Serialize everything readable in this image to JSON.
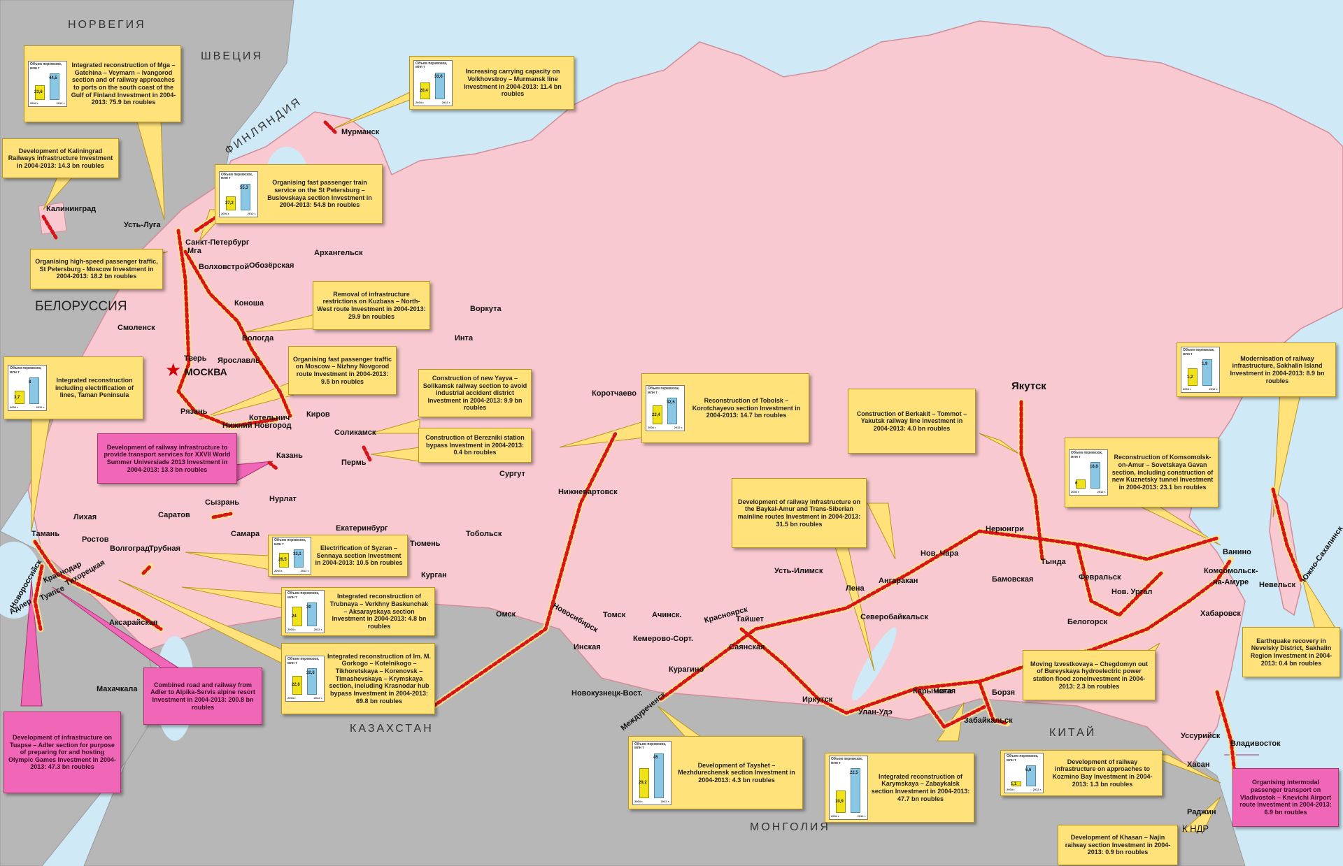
{
  "countries": [
    {
      "id": "norway",
      "name": "НОРВЕГИЯ"
    },
    {
      "id": "sweden",
      "name": "ШВЕЦИЯ"
    },
    {
      "id": "finland",
      "name": "ФИНЛЯНДИЯ"
    },
    {
      "id": "belarus",
      "name": "БЕЛОРУССИЯ"
    },
    {
      "id": "kazakhstan",
      "name": "КАЗАХСТАН"
    },
    {
      "id": "china",
      "name": "КИТАЙ"
    },
    {
      "id": "mongolia",
      "name": "МОНГОЛИЯ"
    }
  ],
  "capital": {
    "name": "МОСКВА"
  },
  "cities": [
    {
      "id": "murmansk",
      "name": "Мурманск"
    },
    {
      "id": "kaliningrad",
      "name": "Калининград"
    },
    {
      "id": "ust-luga",
      "name": "Усть-Луга"
    },
    {
      "id": "spb",
      "name": "Санкт-Петербург"
    },
    {
      "id": "mga",
      "name": "Мга"
    },
    {
      "id": "volkhovstroy",
      "name": "Волховстрой"
    },
    {
      "id": "obozerskaya",
      "name": "Обозёрская"
    },
    {
      "id": "arkhangelsk",
      "name": "Архангельск"
    },
    {
      "id": "konosha",
      "name": "Коноша"
    },
    {
      "id": "smolensk",
      "name": "Смоленск"
    },
    {
      "id": "vologda",
      "name": "Вологда"
    },
    {
      "id": "vorkuta",
      "name": "Воркута"
    },
    {
      "id": "inta",
      "name": "Инта"
    },
    {
      "id": "tver",
      "name": "Тверь"
    },
    {
      "id": "yaroslavl",
      "name": "Ярославль"
    },
    {
      "id": "ryazan",
      "name": "Рязань"
    },
    {
      "id": "kotelnich",
      "name": "Котельнич"
    },
    {
      "id": "kirov",
      "name": "Киров"
    },
    {
      "id": "nnovgorod",
      "name": "Нижний Новгород"
    },
    {
      "id": "solikamsk",
      "name": "Соликамск"
    },
    {
      "id": "korotchaevo",
      "name": "Коротчаево"
    },
    {
      "id": "kazan",
      "name": "Казань"
    },
    {
      "id": "perm",
      "name": "Пермь"
    },
    {
      "id": "surgut",
      "name": "Сургут"
    },
    {
      "id": "nizhnevartovsk",
      "name": "Нижневартовск"
    },
    {
      "id": "yakutsk",
      "name": "Якутск"
    },
    {
      "id": "nurlat",
      "name": "Нурлат"
    },
    {
      "id": "syzran",
      "name": "Сызрань"
    },
    {
      "id": "saratov",
      "name": "Саратов"
    },
    {
      "id": "samara",
      "name": "Самара"
    },
    {
      "id": "ekaterinburg",
      "name": "Екатеринбург"
    },
    {
      "id": "tyumen",
      "name": "Тюмень"
    },
    {
      "id": "tobolsk",
      "name": "Тобольск"
    },
    {
      "id": "likhaya",
      "name": "Лихая"
    },
    {
      "id": "taman",
      "name": "Тамань"
    },
    {
      "id": "rostov",
      "name": "Ростов"
    },
    {
      "id": "volgograd",
      "name": "Волгоград"
    },
    {
      "id": "trubnaya",
      "name": "Трубная"
    },
    {
      "id": "novorossiysk",
      "name": "Новороссийск"
    },
    {
      "id": "krasnodar",
      "name": "Краснодар"
    },
    {
      "id": "tikhoretskaya",
      "name": "Тихорецкая"
    },
    {
      "id": "tuapse",
      "name": "Туапсе"
    },
    {
      "id": "adler",
      "name": "Адлер"
    },
    {
      "id": "aksarayskaya",
      "name": "Аксарайская"
    },
    {
      "id": "makhachkala",
      "name": "Махачкала"
    },
    {
      "id": "kurgan",
      "name": "Курган"
    },
    {
      "id": "omsk",
      "name": "Омск"
    },
    {
      "id": "novosibirsk",
      "name": "Новосибирск"
    },
    {
      "id": "tomsk",
      "name": "Томск"
    },
    {
      "id": "achinsk",
      "name": "Ачинск."
    },
    {
      "id": "krasnoyarsk",
      "name": "Красноярск"
    },
    {
      "id": "taishet",
      "name": "Тайшет"
    },
    {
      "id": "inskaya",
      "name": "Инская"
    },
    {
      "id": "kemerovo",
      "name": "Кемерово-Сорт."
    },
    {
      "id": "sayanskaya",
      "name": "Саянская"
    },
    {
      "id": "kuragino",
      "name": "Курагино"
    },
    {
      "id": "novokuznetsk",
      "name": "Новокузнецк-Вост."
    },
    {
      "id": "mezhdurechensk",
      "name": "Междуреченск"
    },
    {
      "id": "ust-ilimsk",
      "name": "Усть-Илимск"
    },
    {
      "id": "lena",
      "name": "Лена"
    },
    {
      "id": "angarakan",
      "name": "Ангаракан"
    },
    {
      "id": "nov-chara",
      "name": "Нов. Чара"
    },
    {
      "id": "severobaikalsk",
      "name": "Северобайкальск"
    },
    {
      "id": "irkutsk",
      "name": "Иркутск"
    },
    {
      "id": "ulan-ude",
      "name": "Улан-Удэ"
    },
    {
      "id": "chita",
      "name": "Чита"
    },
    {
      "id": "karymskaya",
      "name": "Карымская"
    },
    {
      "id": "borzya",
      "name": "Борзя"
    },
    {
      "id": "zabaikalsk",
      "name": "Забайкальск"
    },
    {
      "id": "neryungri",
      "name": "Нерюнгри"
    },
    {
      "id": "tynda",
      "name": "Тында"
    },
    {
      "id": "bamovskaya",
      "name": "Бамовская"
    },
    {
      "id": "fevralsk",
      "name": "Февральск"
    },
    {
      "id": "nov-urgal",
      "name": "Нов. Ургал"
    },
    {
      "id": "belogorsk",
      "name": "Белогорск"
    },
    {
      "id": "vanino",
      "name": "Ванино"
    },
    {
      "id": "komsomolsk",
      "name": "Комсомольск-"
    },
    {
      "id": "na-amure",
      "name": "на-Амуре"
    },
    {
      "id": "nevelsk",
      "name": "Невельск"
    },
    {
      "id": "yuzhno",
      "name": "Южно-Сахалинск"
    },
    {
      "id": "khabarovsk",
      "name": "Хабаровск"
    },
    {
      "id": "ussuriysk",
      "name": "Уссурийск"
    },
    {
      "id": "vladivostok",
      "name": "Владивосток"
    },
    {
      "id": "khasan",
      "name": "Хасан"
    },
    {
      "id": "rajin",
      "name": "Раджин"
    },
    {
      "id": "kndr",
      "name": "К НДР"
    }
  ],
  "callouts": [
    {
      "id": "mga-gatchina",
      "text": "Integrated reconstruction of Mga – Gatchina – Veymarn – Ivangorod section and of railway approaches to ports on the south coast of the Gulf of Finland Investment in 2004-2013: 75.9 bn roubles",
      "chart": {
        "v1": 23.6,
        "v2": 44.5
      }
    },
    {
      "id": "kaliningrad",
      "text": "Development of Kaliningrad Railways infrastructure Investment in 2004-2013: 14.3 bn roubles"
    },
    {
      "id": "volkhovstroy",
      "text": "Increasing carrying capacity on Volkhovstroy – Murmansk line Investment in 2004-2013: 11.4 bn roubles",
      "chart": {
        "v1": 20.4,
        "v2": 33.6
      }
    },
    {
      "id": "buslovskaya",
      "text": "Organising fast passenger train service on the St Petersburg – Buslovskaya section Investment in 2004-2013: 54.8 bn roubles",
      "chart": {
        "v1": 27.2,
        "v2": 55.3
      }
    },
    {
      "id": "spb-moscow",
      "text": "Organising high-speed passenger traffic, St Petersburg - Moscow Investment in 2004-2013: 18.2 bn roubles"
    },
    {
      "id": "kuzbass",
      "text": "Removal of infrastructure restrictions on Kuzbass – North-West route Investment in 2004-2013: 29.9 bn roubles"
    },
    {
      "id": "moscow-nn",
      "text": "Organising fast passenger traffic on Moscow – Nizhny Novgorod route Investment in 2004-2013: 9.5 bn roubles"
    },
    {
      "id": "taman",
      "text": "Integrated reconstruction including electrification of lines, Taman Peninsula",
      "chart": {
        "v1": 3.7,
        "v2": 8.0
      }
    },
    {
      "id": "yayva",
      "text": "Construction of new Yayva – Solikamsk railway section to avoid industrial accident district Investment in 2004-2013: 9.9 bn roubles"
    },
    {
      "id": "berezniki",
      "text": "Construction of Berezniki station bypass Investment in 2004-2013: 0.4 bn roubles"
    },
    {
      "id": "tobolsk",
      "text": "Reconstruction of Tobolsk – Korotchayevo section Investment in 2004-2013: 14.7 bn roubles",
      "chart": {
        "v1": 22.4,
        "v2": 32.5
      }
    },
    {
      "id": "universiade",
      "pink": true,
      "text": "Development of railway infrastructure to provide transport services for XXVII World Summer Universiade 2013 Investment in 2004-2013: 13.3 bn roubles"
    },
    {
      "id": "berkakit",
      "text": "Construction of Berkakit – Tommot – Yakutsk railway line Investment in 2004-2013: 4.0 bn roubles"
    },
    {
      "id": "sakhalin-mod",
      "text": "Modernisation of railway infrastructure, Sakhalin Island Investment in 2004-2013: 8.9 bn roubles",
      "chart": {
        "v1": 1.2,
        "v2": 1.9
      }
    },
    {
      "id": "komsomolsk",
      "text": "Reconstruction of Komsomolsk-on-Amur – Sovetskaya Gavan section, including construction of new Kuznetsky tunnel Investment in 2004-2013: 23.1 bn roubles",
      "chart": {
        "v1": 6.0,
        "v2": 18.8
      }
    },
    {
      "id": "baikal-amur",
      "text": "Development of railway infrastructure on the Baykal-Amur and Trans-Siberian mainline routes Investment in 2004-2013: 31.5 bn roubles"
    },
    {
      "id": "syzran",
      "text": "Electrification of Syzran – Sennaya section Investment in 2004-2013: 10.5 bn roubles",
      "chart": {
        "v1": 26.5,
        "v2": 33.1
      }
    },
    {
      "id": "trubnaya",
      "text": "Integrated reconstruction of Trubnaya – Verkhny Baskunchak – Aksarayskaya section Investment in 2004-2013: 4.8 bn roubles",
      "chart": {
        "v1": 24,
        "v2": 30
      }
    },
    {
      "id": "gorkogo",
      "text": "Integrated reconstruction of Im. M. Gorkogo – Kotelnikogo – Tikhoretskaya – Korenovsk – Timashevskaya – Krymskaya section, including Krasnodar hub bypass Investment in 2004-2013: 69.8 bn roubles",
      "chart": {
        "v1": 22.6,
        "v2": 32.6
      }
    },
    {
      "id": "adler",
      "pink": true,
      "text": "Combined road and railway from Adler to Alpika-Servis alpine resort Investment in 2004-2013: 200.8 bn roubles"
    },
    {
      "id": "tuapse",
      "pink": true,
      "text": "Development of infrastructure on Tuapse – Adler section for purpose of preparing for and hosting Olympic Games Investment in 2004-2013: 47.3 bn roubles"
    },
    {
      "id": "izvestkovaya",
      "text": "Moving Izvestkovaya – Chegdomyn out of Bureyskaya hydroelectric power station flood zoneInvestment in 2004-2013: 2.3 bn roubles"
    },
    {
      "id": "earthquake",
      "text": "Earthquake recovery in Nevelsky District, Sakhalin Region Investment in 2004-2013: 0.4 bn roubles"
    },
    {
      "id": "tayshet",
      "text": "Development of Tayshet – Mezhdurechensk section Investment in 2004-2013: 4.3 bn roubles",
      "chart": {
        "v1": 29.2,
        "v2": 45.0
      }
    },
    {
      "id": "karymskaya",
      "text": "Integrated reconstruction of Karymskaya – Zabaykalsk section Investment in 2004-2013: 47.7 bn roubles",
      "chart": {
        "v1": 10.9,
        "v2": 22.5
      }
    },
    {
      "id": "kozmino",
      "text": "Development of railway infrastructure on approaches to Kozmino Bay Investment in 2004-2013: 1.3 bn roubles",
      "chart": {
        "v1": 1.1,
        "v2": 6.6
      }
    },
    {
      "id": "knevichi",
      "pink": true,
      "text": "Organising intermodal passenger transport on Vladivostok – Knevichi Airport route Investment in 2004-2013: 6.9 bn roubles"
    },
    {
      "id": "khasan",
      "text": "Development of Khasan – Najin railway section Investment in 2004-2013: 0.9 bn roubles"
    }
  ],
  "mini_chart": {
    "title": "Объем перевозок, млн т",
    "year1": "2004 г.",
    "year2": "2012 г."
  },
  "colors": {
    "sea": "#cfe9f6",
    "russia": "#f8c9d0",
    "neighbor": "#b7b7b7",
    "callout": "#ffe27a",
    "pink_callout": "#f067b8",
    "route_dark": "#d8141b",
    "route_light": "#fbe58a"
  }
}
